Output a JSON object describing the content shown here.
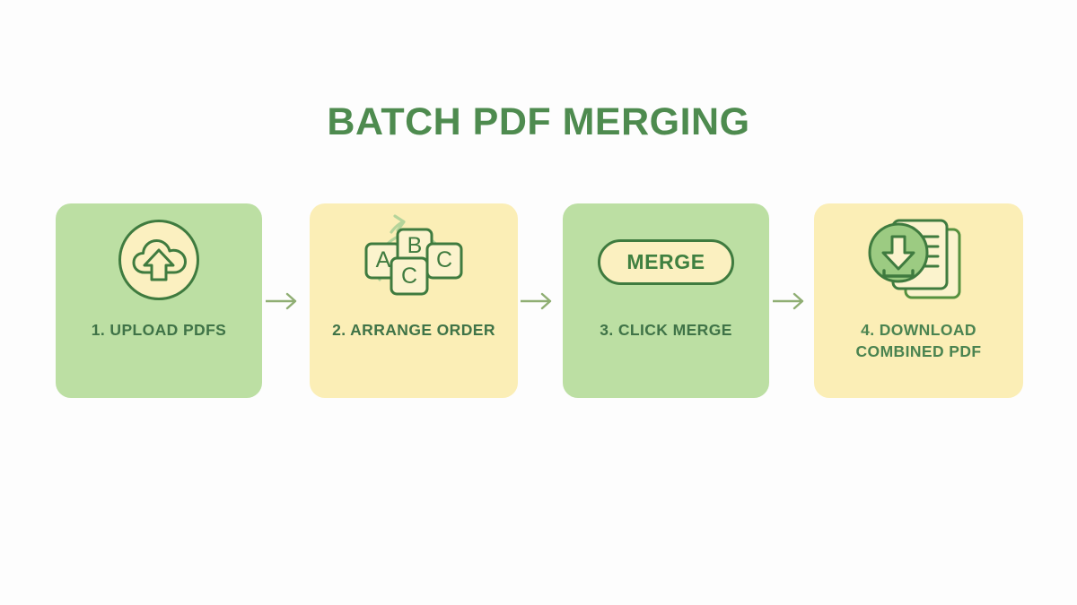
{
  "page": {
    "title": "BATCH PDF MERGING",
    "background_color": "#fdfdfd",
    "title_color": "#4e8b4f"
  },
  "colors": {
    "green_card": "#bcdfa3",
    "cream_card": "#fbeeb6",
    "icon_stroke": "#3f7b3f",
    "label_text": "#3f7347",
    "arrow": "#8fae73"
  },
  "steps": [
    {
      "label": "1. UPLOAD PDFS",
      "icon": "cloud-upload-icon",
      "card_style": "green"
    },
    {
      "label": "2. ARRANGE ORDER",
      "icon": "arrange-tiles-icon",
      "card_style": "cream",
      "tiles": [
        "A",
        "B",
        "C",
        "C"
      ]
    },
    {
      "label": "3. CLICK MERGE",
      "icon": "merge-button-icon",
      "card_style": "green",
      "button_label": "MERGE"
    },
    {
      "label": "4. DOWNLOAD\nCOMBINED PDF",
      "icon": "download-documents-icon",
      "card_style": "cream"
    }
  ],
  "connectors": [
    {
      "name": "arrow-step-1-to-2"
    },
    {
      "name": "arrow-step-2-to-3"
    },
    {
      "name": "arrow-step-3-to-4"
    }
  ]
}
